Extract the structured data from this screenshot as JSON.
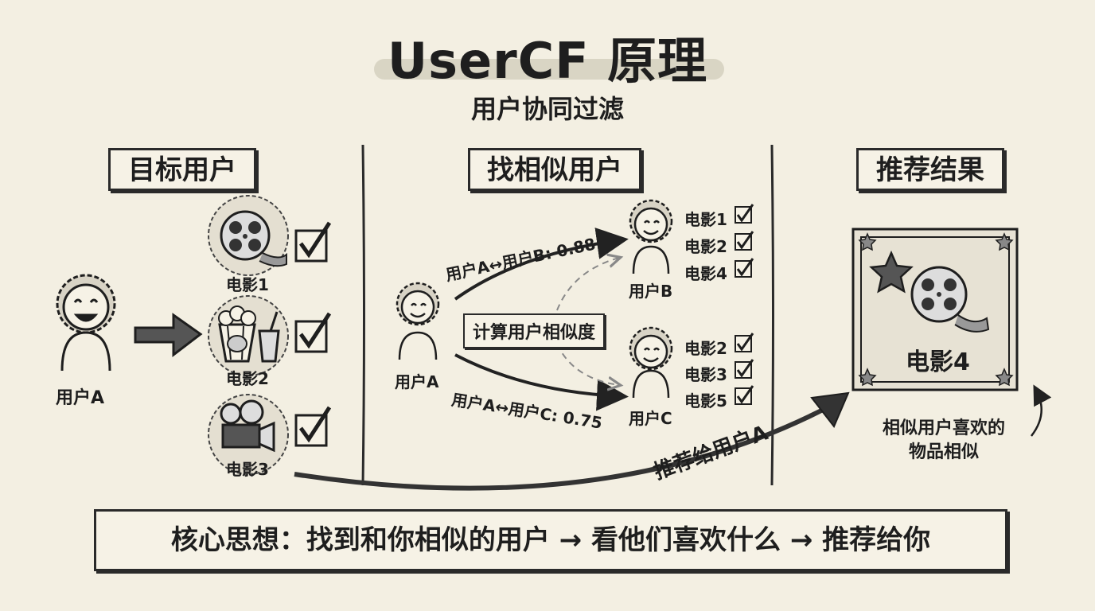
{
  "header": {
    "title": "UserCF 原理",
    "subtitle": "用户协同过滤"
  },
  "sections": {
    "target": "目标用户",
    "similar": "找相似用户",
    "result": "推荐结果"
  },
  "target_user": {
    "name": "用户A",
    "movies": [
      "电影1",
      "电影2",
      "电影3"
    ]
  },
  "similar_users": {
    "user_a": "用户A",
    "calc": "计算用户相似度",
    "user_b": {
      "name": "用户B",
      "similarity": "用户A↔用户B: 0.88",
      "movies": [
        "电影1",
        "电影2",
        "电影4"
      ]
    },
    "user_c": {
      "name": "用户C",
      "similarity": "用户A↔用户C: 0.75",
      "movies": [
        "电影2",
        "电影3",
        "电影5"
      ]
    }
  },
  "result": {
    "movie": "电影4",
    "recommend_label": "推荐给用户A",
    "note_line1": "相似用户喜欢的",
    "note_line2": "物品相似"
  },
  "footer": {
    "core_idea": "核心思想：找到和你相似的用户 → 看他们喜欢什么 → 推荐给你"
  }
}
